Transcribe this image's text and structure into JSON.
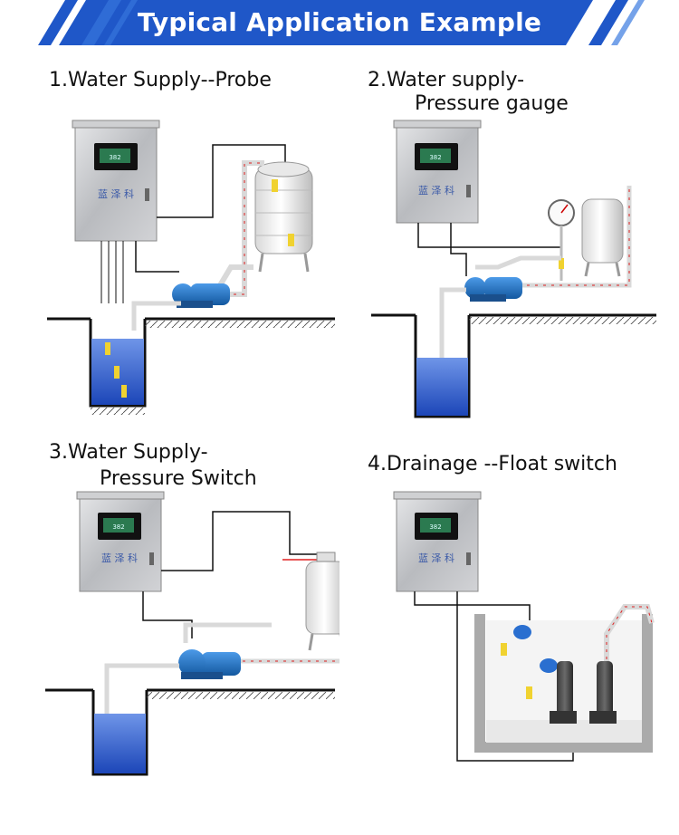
{
  "banner": {
    "title": "Typical Application Example"
  },
  "sections": [
    {
      "line1": "1.Water Supply--Probe",
      "line2": ""
    },
    {
      "line1": "2.Water supply-",
      "line2": "Pressure gauge"
    },
    {
      "line1": "3.Water Supply-",
      "line2": "Pressure Switch"
    },
    {
      "line1": "4.Drainage --Float switch",
      "line2": ""
    }
  ],
  "colors": {
    "banner_blue": "#1f57c8",
    "banner_stripe": "#3a7ae0",
    "water": "#2c5fd6",
    "pipe": "#d9d9d9",
    "flow_arrow": "#e02020",
    "float": "#f0d230",
    "cabinet": "#c9cacc"
  },
  "icons": [
    "control-cabinet-icon",
    "water-pump-icon",
    "water-tank-icon",
    "pressure-tank-icon",
    "pressure-gauge-icon",
    "float-switch-icon",
    "submersible-pump-icon",
    "probe-icon"
  ]
}
